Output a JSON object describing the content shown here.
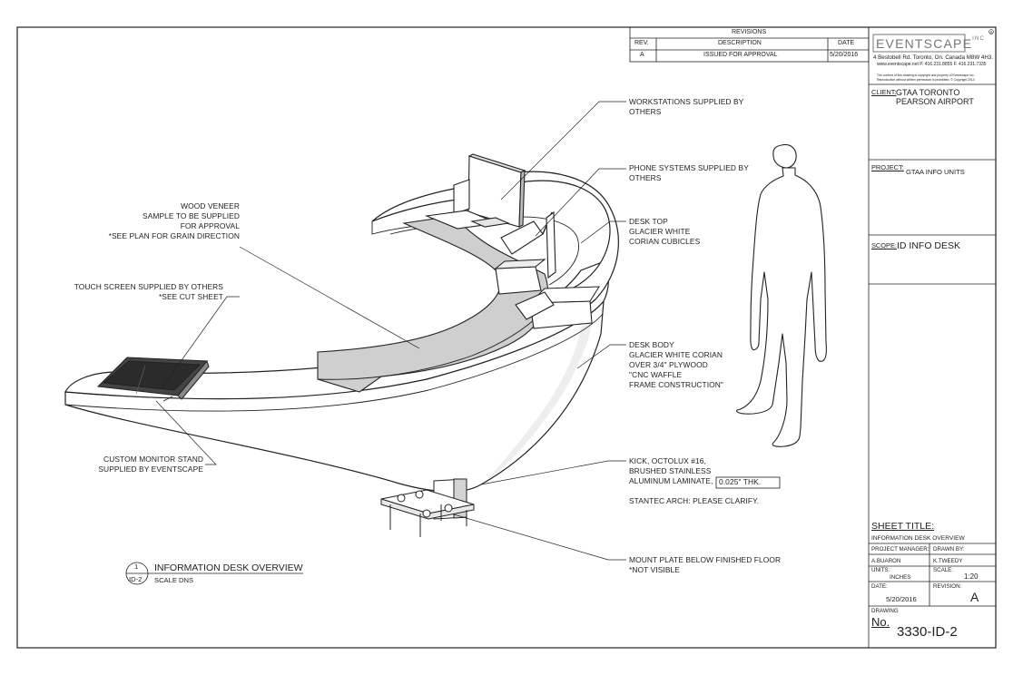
{
  "colors": {
    "line": "#222222",
    "desk_top": "#c9c9c9",
    "body": "#ffffff",
    "screen": "#333333"
  },
  "revisions": {
    "title": "REVISIONS",
    "headers": [
      "REV.",
      "DESCRIPTION",
      "DATE"
    ],
    "rows": [
      {
        "rev": "A",
        "description": "ISSUED FOR APPROVAL",
        "date": "5/20/2016"
      }
    ]
  },
  "company": {
    "logo": "EVENTSCAPE",
    "logo_suffix": "INC",
    "address": "4 Bestobell Rd. Toronto, On. Canada M8W 4H3.",
    "contact": "www.eventscape.net  P. 416.231.8855  F. 416.231.7335",
    "copyright_1": "The content of this drawing is copyright and property of Eventscape Inc.",
    "copyright_2": "Reproduction without written permission is prohibited. © Copyright 2014"
  },
  "client": {
    "label": "CLIENT:",
    "line1": "GTAA TORONTO",
    "line2": "PEARSON AIRPORT"
  },
  "project": {
    "label": "PROJECT:",
    "value": "GTAA INFO UNITS"
  },
  "scope": {
    "label": "SCOPE:",
    "value": "ID INFO DESK"
  },
  "sheet": {
    "title_label": "SHEET TITLE:",
    "title_value": "INFORMATION DESK OVERVIEW",
    "pm_label": "PROJECT MANAGER:",
    "pm_value": "A.BUARON",
    "drawn_label": "DRAWN BY:",
    "drawn_value": "K.TWEEDY",
    "units_label": "UNITS:",
    "units_value": "INCHES",
    "scale_label": "SCALE:",
    "scale_value": "1:20",
    "date_label": "DATE:",
    "date_value": "5/20/2016",
    "revision_label": "REVISION:",
    "revision_value": "A",
    "drawing_label": "DRAWING",
    "no_label": "No.",
    "no_value": "3330-ID-2"
  },
  "notes": {
    "wood_veneer": [
      "WOOD VENEER",
      "SAMPLE TO BE SUPPLIED",
      "FOR APPROVAL",
      "*SEE PLAN FOR GRAIN DIRECTION"
    ],
    "touch_screen": [
      "TOUCH SCREEN SUPPLIED BY OTHERS",
      "*SEE CUT SHEET"
    ],
    "monitor_stand": [
      "CUSTOM MONITOR STAND",
      "SUPPLIED BY EVENTSCAPE"
    ],
    "workstations": [
      "WORKSTATIONS SUPPLIED BY",
      "OTHERS"
    ],
    "phone_systems": [
      "PHONE SYSTEMS SUPPLIED BY",
      "OTHERS"
    ],
    "desk_top": [
      "DESK TOP",
      "GLACIER WHITE",
      "CORIAN CUBICLES"
    ],
    "desk_body": [
      "DESK BODY",
      "GLACIER WHITE CORIAN",
      "OVER 3/4\" PLYWOOD",
      "\"CNC WAFFLE",
      "FRAME CONSTRUCTION\""
    ],
    "kick": [
      "KICK, OCTOLUX #16,",
      "BRUSHED STAINLESS"
    ],
    "kick_line3": "ALUMINUM LAMINATE,",
    "kick_thk": "0.025\" THK.",
    "stantec": "STANTEC ARCH: PLEASE CLARIFY.",
    "mount_plate": [
      "MOUNT PLATE BELOW FINISHED FLOOR",
      "*NOT VISIBLE"
    ]
  },
  "view_label": {
    "number": "1",
    "sheet_ref": "ID-2",
    "title": "INFORMATION DESK OVERVIEW",
    "scale": "SCALE DNS"
  }
}
